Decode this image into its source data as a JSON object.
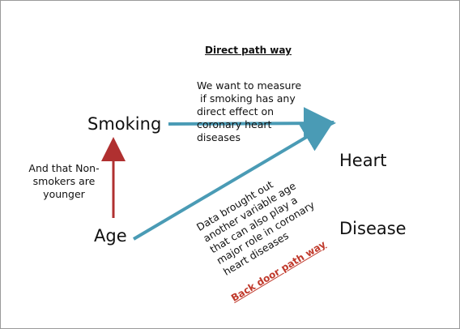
{
  "nodes": {
    "smoking": "Smoking",
    "heart_disease_line1": "Heart",
    "heart_disease_line2": "Disease",
    "age": "Age"
  },
  "labels": {
    "direct_path_title": "Direct path way",
    "direct_path_note": "We want to measure\n if smoking has any\ndirect effect on\ncoronary heart\ndiseases",
    "age_smoking_note": "And that Non-\nsmokers are\nyounger",
    "back_door_note": "Data brought out\nanother variable age\nthat can also play a\nmajor role in coronary\nheart diseases",
    "back_door_title": "Back door path way"
  },
  "colors": {
    "direct_arrow": "#4a9bb5",
    "back_door_arrow": "#4a9bb5",
    "age_smoking_arrow": "#b03030",
    "back_door_title": "#c0392b"
  }
}
